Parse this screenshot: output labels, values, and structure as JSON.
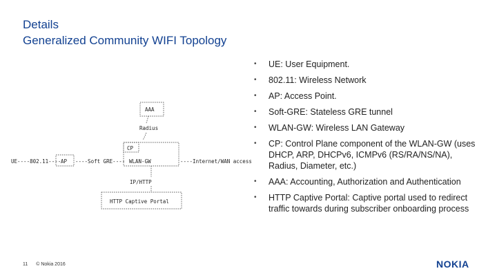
{
  "header": {
    "title": "Details",
    "subtitle": "Generalized Community WIFI Topology"
  },
  "diagram": {
    "ue_label": "UE----802.11----",
    "ap": "AP",
    "soft_gre": "----Soft GRE----",
    "wlan_gw": "WLAN-GW",
    "internet": "----Internet/WAN access",
    "aaa": "AAA",
    "radius": "Radius",
    "cp": "CP",
    "ip_http": "IP/HTTP",
    "portal": "HTTP Captive Portal"
  },
  "bullets": [
    "UE: User Equipment.",
    "802.11: Wireless Network",
    "AP: Access Point.",
    "Soft-GRE: Stateless GRE tunnel",
    "WLAN-GW: Wireless LAN Gateway",
    "CP: Control Plane component of the WLAN-GW (uses DHCP, ARP, DHCPv6, ICMPv6 (RS/RA/NS/NA), Radius, Diameter, etc.)",
    "AAA: Accounting, Authorization and Authentication",
    "HTTP Captive Portal: Captive portal used to redirect traffic towards during subscriber onboarding process"
  ],
  "footer": {
    "page_number": "11",
    "copyright": "© Nokia 2016"
  },
  "brand": {
    "logo_text": "NOKIA",
    "color": "#124191"
  }
}
